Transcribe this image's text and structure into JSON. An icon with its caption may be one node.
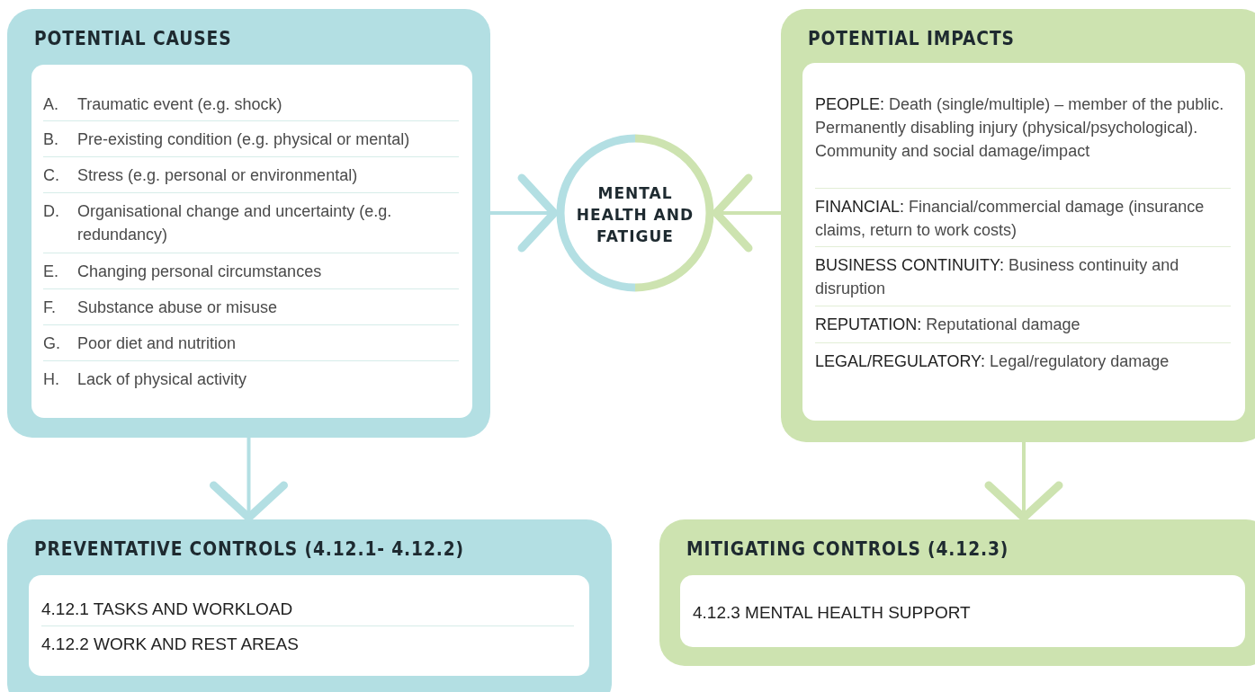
{
  "diagram": {
    "nodes": [
      {
        "text": [
          "POTENTIAL CAUSES"
        ]
      },
      {
        "text": [
          "A.",
          "Traumatic event (e.g. shock)"
        ],
        "in": 0
      },
      {
        "text": [
          "B.",
          "Pre-existing condition (e.g. physical or mental)"
        ],
        "in": 0
      },
      {
        "text": [
          "C.",
          "Stress (e.g. personal or environmental)"
        ],
        "in": 0
      },
      {
        "text": [
          "D.",
          "Organisational change and uncertainty (e.g. redundancy)"
        ],
        "in": 0
      },
      {
        "text": [
          "E.",
          "Changing personal circumstances"
        ],
        "in": 0
      },
      {
        "text": [
          "F.",
          "Substance abuse or misuse"
        ],
        "in": 0
      },
      {
        "text": [
          "G.",
          "Poor diet and nutrition"
        ],
        "in": 0
      },
      {
        "text": [
          "H.",
          "Lack of physical activity"
        ],
        "in": 0
      },
      {
        "text": [
          "MENTAL HEALTH AND FATIGUE"
        ]
      },
      {
        "text": [
          "POTENTIAL IMPACTS"
        ]
      },
      {
        "text": [
          "PEOPLE:",
          "Death (single/multiple) – member of the public. Permanently disabling injury (physical/psychological). Community and social damage/impact"
        ],
        "in": 10
      },
      {
        "text": [
          "FINANCIAL:",
          "Financial/commercial damage (insurance claims, return to work costs)"
        ],
        "in": 10
      },
      {
        "text": [
          "BUSINESS CONTINUITY:",
          "Business continuity and disruption"
        ],
        "in": 10
      },
      {
        "text": [
          "REPUTATION:",
          "Reputational damage"
        ],
        "in": 10
      },
      {
        "text": [
          "LEGAL/REGULATORY:",
          "Legal/regulatory damage"
        ],
        "in": 10
      },
      {
        "text": [
          "PREVENTATIVE CONTROLS (4.12.1- 4.12.2)"
        ]
      },
      {
        "text": [
          "4.12.1 TASKS AND WORKLOAD"
        ],
        "in": 16
      },
      {
        "text": [
          "4.12.2 WORK AND REST AREAS"
        ],
        "in": 16
      },
      {
        "text": [
          "MITIGATING CONTROLS (4.12.3)"
        ]
      },
      {
        "text": [
          "4.12.3 MENTAL HEALTH SUPPORT"
        ],
        "in": 19
      }
    ],
    "edges": [
      {
        "from": 0,
        "to": 9,
        "arrow": "to",
        "color": "#b3dfe3"
      },
      {
        "from": 10,
        "to": 9,
        "arrow": "to",
        "color": "#cde3b0"
      },
      {
        "from": 0,
        "to": 16,
        "arrow": "to",
        "color": "#b3dfe3"
      },
      {
        "from": 10,
        "to": 19,
        "arrow": "to",
        "color": "#cde3b0"
      }
    ]
  }
}
